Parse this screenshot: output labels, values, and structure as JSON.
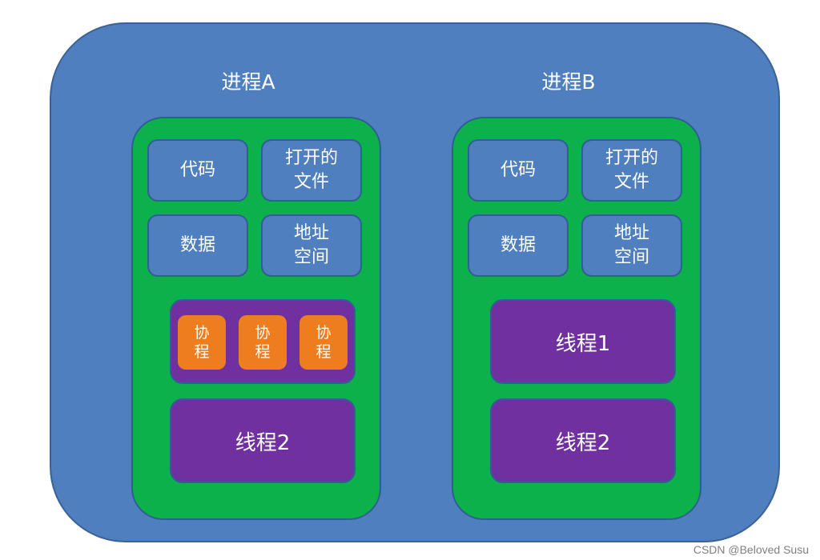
{
  "processA": {
    "title": "进程A",
    "resources": {
      "code": "代码",
      "open_files": [
        "打开的",
        "文件"
      ],
      "data": "数据",
      "address_space": [
        "地址",
        "空间"
      ]
    },
    "coroutines": [
      [
        "协",
        "程"
      ],
      [
        "协",
        "程"
      ],
      [
        "协",
        "程"
      ]
    ],
    "thread": "线程2"
  },
  "processB": {
    "title": "进程B",
    "resources": {
      "code": "代码",
      "open_files": [
        "打开的",
        "文件"
      ],
      "data": "数据",
      "address_space": [
        "地址",
        "空间"
      ]
    },
    "threads": [
      "线程1",
      "线程2"
    ]
  },
  "watermark": "CSDN @Beloved Susu",
  "colors": {
    "outer": "#4F7FBE",
    "process": "#0DB14B",
    "resource": "#4F7FBE",
    "thread": "#7030A0",
    "coroutine": "#ED7D1F"
  }
}
